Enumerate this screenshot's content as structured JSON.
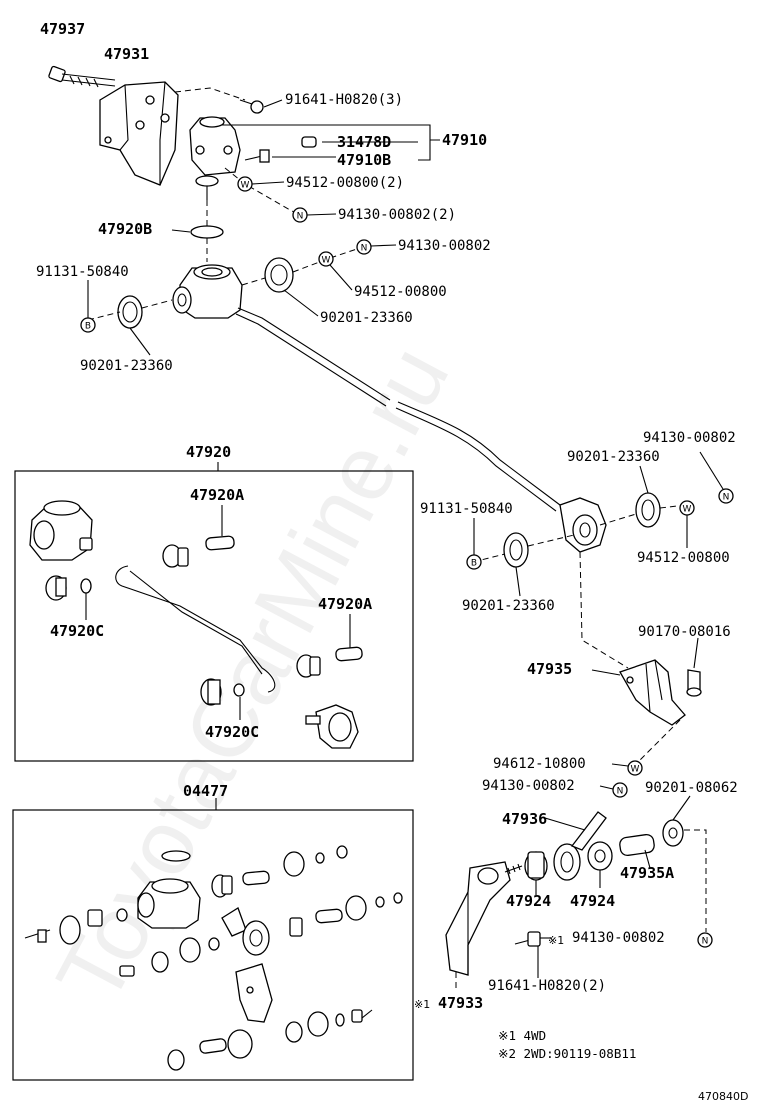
{
  "watermark": "ToyotaCarMine.ru",
  "figure_code": "470840D",
  "parts": {
    "p47937": "47937",
    "p47931": "47931",
    "p91641_h0820_3": "91641-H0820(3)",
    "p31478d": "31478D",
    "p47910": "47910",
    "p47910b": "47910B",
    "p94512_00800_2": "94512-00800(2)",
    "p94130_00802_2": "94130-00802(2)",
    "p47920b": "47920B",
    "p94130_00802_a": "94130-00802",
    "p91131_50840_a": "91131-50840",
    "p94512_00800_a": "94512-00800",
    "p90201_23360_a": "90201-23360",
    "p90201_23360_b": "90201-23360",
    "p47920": "47920",
    "p47920a_1": "47920A",
    "p47920c_1": "47920C",
    "p47920a_2": "47920A",
    "p47920c_2": "47920C",
    "p94130_00802_b": "94130-00802",
    "p90201_23360_c": "90201-23360",
    "p91131_50840_b": "91131-50840",
    "p94512_00800_b": "94512-00800",
    "p90201_23360_d": "90201-23360",
    "p90170_08016": "90170-08016",
    "p47935": "47935",
    "p94612_10800": "94612-10800",
    "p94130_00802_c": "94130-00802",
    "p90201_08062": "90201-08062",
    "p04477": "04477",
    "p47936": "47936",
    "p47924_1": "47924",
    "p47924_2": "47924",
    "p47935a": "47935A",
    "p94130_00802_d": "94130-00802",
    "p91641_h0820_2": "91641-H0820(2)",
    "p47933": "47933"
  },
  "markers": {
    "washer": "W",
    "nut": "N",
    "bolt": "B"
  },
  "ref_marks": {
    "mark1": "※1",
    "mark1b": "※1"
  },
  "notes": {
    "note1": "※1 4WD",
    "note2": "※2 2WD:90119-08B11"
  }
}
